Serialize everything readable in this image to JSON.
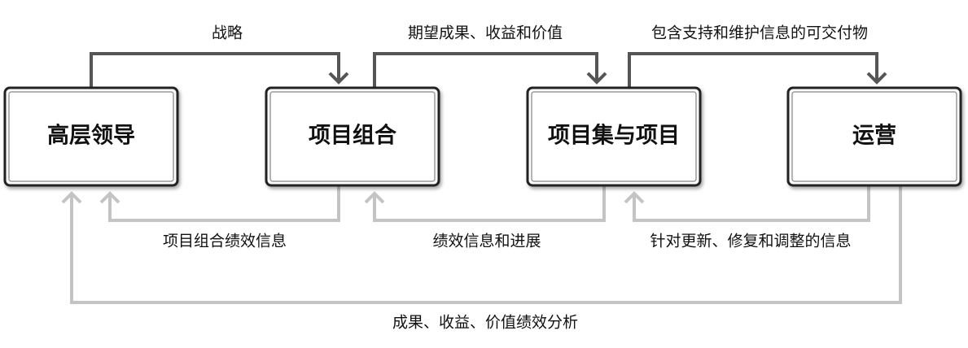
{
  "boxes": [
    {
      "id": "senior",
      "label": "高层领导"
    },
    {
      "id": "portfolio",
      "label": "项目组合"
    },
    {
      "id": "programs",
      "label": "项目集与项目"
    },
    {
      "id": "operations",
      "label": "运营"
    }
  ],
  "forward_flows": [
    {
      "label": "战略"
    },
    {
      "label": "期望成果、收益和价值"
    },
    {
      "label": "包含支持和维护信息的可交付物"
    }
  ],
  "feedback_flows": [
    {
      "label": "项目组合绩效信息"
    },
    {
      "label": "绩效信息和进展"
    },
    {
      "label": "针对更新、修复和调整的信息"
    },
    {
      "label": "成果、收益、价值绩效分析"
    }
  ],
  "colors": {
    "forward_line": "#555555",
    "feedback_line": "#c4c4c4",
    "box_border": "#222222",
    "box_fill": "#ffffff"
  }
}
